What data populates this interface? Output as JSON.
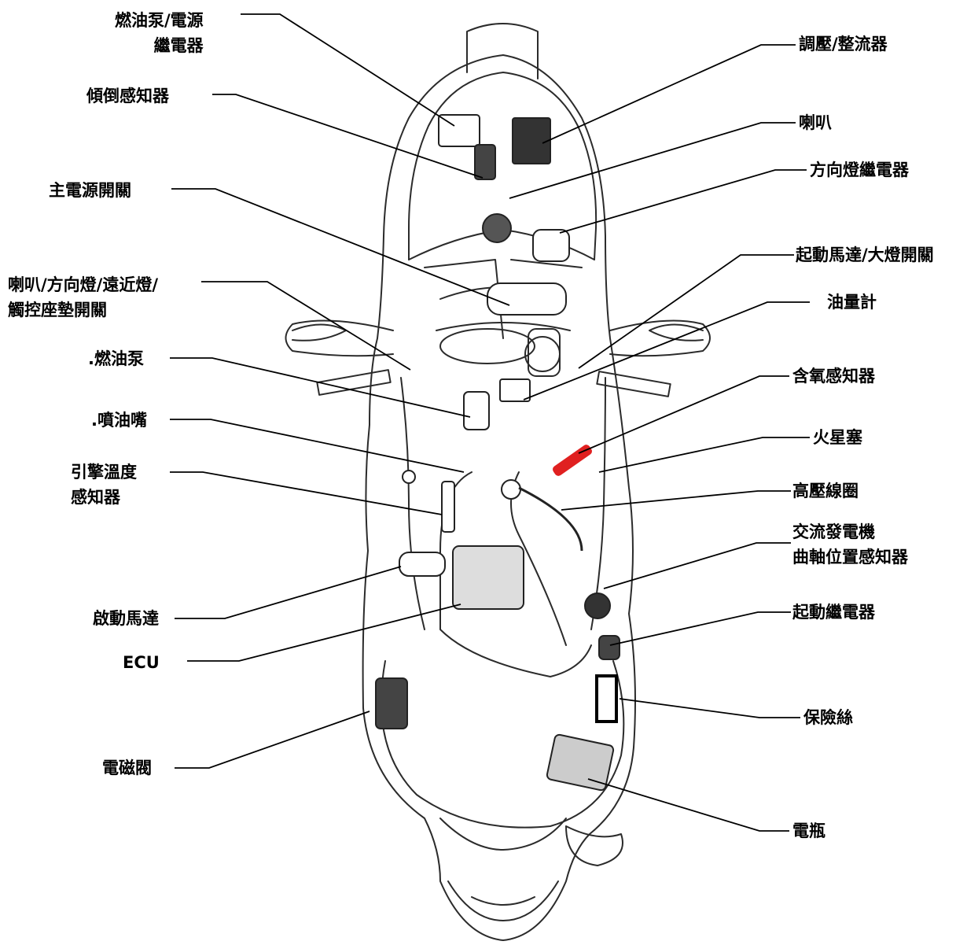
{
  "diagram": {
    "labels": {
      "fuel_pump_relay": "燃油泵/電源\n繼電器",
      "tilt_sensor": "傾倒感知器",
      "main_switch": "主電源開關",
      "handlebar_switch": "喇叭/方向燈/遠近燈/\n觸控座墊開關",
      "fuel_pump": ".燃油泵",
      "injector": ".噴油嘴",
      "engine_temp_sensor": "引擎溫度\n感知器",
      "starter_motor": "啟動馬達",
      "ecu": "ECU",
      "solenoid_valve": "電磁閥",
      "regulator_rectifier": "調壓/整流器",
      "horn": "喇叭",
      "turn_signal_relay": "方向燈繼電器",
      "starter_headlight_switch": "起動馬達/大燈開關",
      "fuel_gauge": "油量計",
      "o2_sensor": "含氧感知器",
      "spark_plug": "火星塞",
      "ignition_coil": "高壓線圈",
      "ac_generator_ckp": "交流發電機\n曲軸位置感知器",
      "starter_relay": "起動繼電器",
      "fuse": "保險絲",
      "battery": "電瓶"
    },
    "colors": {
      "line": "#000000",
      "drawing": "#2b2b2b",
      "highlight": "#e02020",
      "background": "#ffffff"
    }
  }
}
